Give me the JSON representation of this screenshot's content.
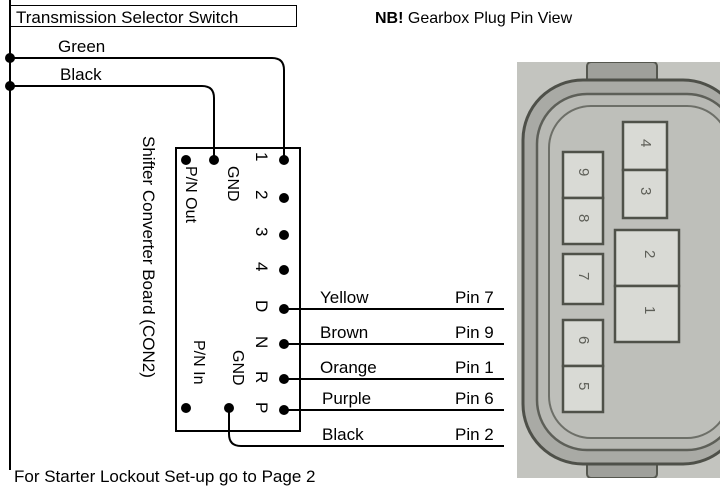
{
  "title": "Transmission Selector Switch",
  "note_bold": "NB!",
  "note_text": " Gearbox Plug Pin View",
  "wire_labels": {
    "green": "Green",
    "black_top": "Black"
  },
  "board": {
    "name": "Shifter Converter Board (CON2)",
    "left_pins": {
      "gnd": "GND",
      "pn_out": "P/N Out",
      "gnd2": "GND",
      "pn_in": "P/N In"
    },
    "right_pins": [
      "1",
      "2",
      "3",
      "4",
      "D",
      "N",
      "R",
      "P"
    ]
  },
  "connections": [
    {
      "color": "Yellow",
      "pin": "Pin 7"
    },
    {
      "color": "Brown",
      "pin": "Pin 9"
    },
    {
      "color": "Orange",
      "pin": "Pin 1"
    },
    {
      "color": "Purple",
      "pin": "Pin 6"
    },
    {
      "color": "Black",
      "pin": "Pin 2"
    }
  ],
  "plug_pins": [
    "4",
    "3",
    "9",
    "8",
    "2",
    "1",
    "7",
    "6",
    "5"
  ],
  "footer": "For Starter Lockout Set-up go to Page 2"
}
